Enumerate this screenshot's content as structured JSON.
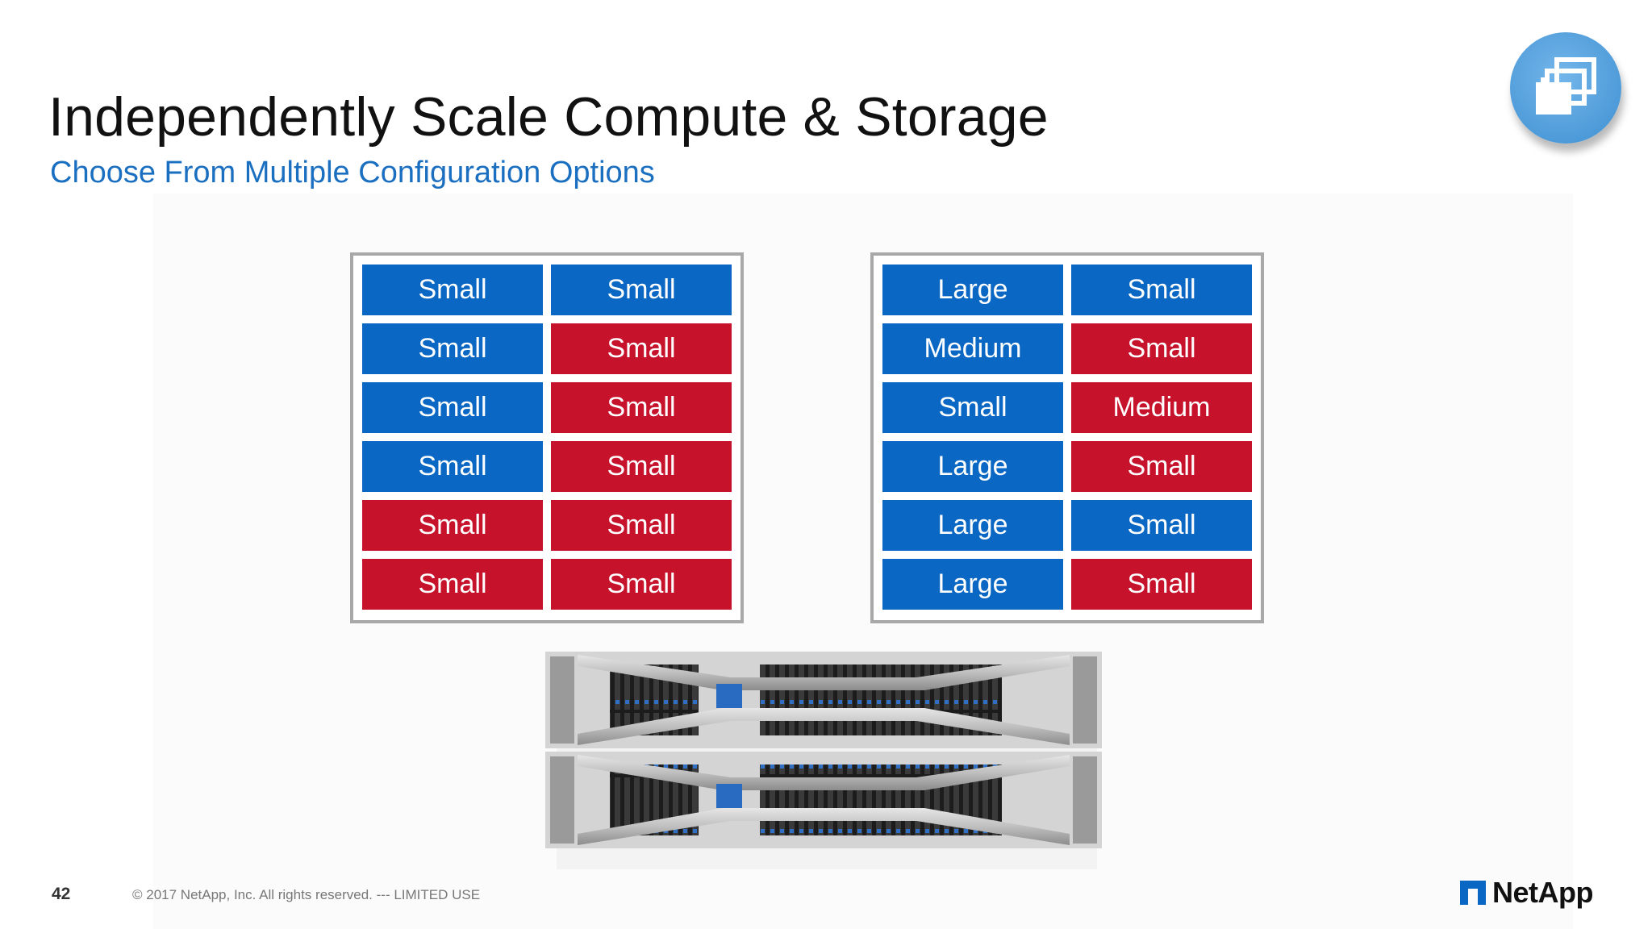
{
  "slide": {
    "title": "Independently Scale Compute & Storage",
    "subtitle": "Choose From Multiple Configuration Options",
    "page_number": "42",
    "copyright": "© 2017 NetApp, Inc. All rights reserved.  ---  LIMITED USE",
    "brand": "NetApp",
    "badge_icon": "stacked-windows-icon"
  },
  "colors": {
    "compute_blue": "#0a67c4",
    "storage_red": "#c7122c",
    "subtitle_blue": "#1a6fc1"
  },
  "configs": [
    {
      "cells": [
        {
          "label": "Small",
          "color": "blue"
        },
        {
          "label": "Small",
          "color": "blue"
        },
        {
          "label": "Small",
          "color": "blue"
        },
        {
          "label": "Small",
          "color": "red"
        },
        {
          "label": "Small",
          "color": "blue"
        },
        {
          "label": "Small",
          "color": "red"
        },
        {
          "label": "Small",
          "color": "blue"
        },
        {
          "label": "Small",
          "color": "red"
        },
        {
          "label": "Small",
          "color": "red"
        },
        {
          "label": "Small",
          "color": "red"
        },
        {
          "label": "Small",
          "color": "red"
        },
        {
          "label": "Small",
          "color": "red"
        }
      ]
    },
    {
      "cells": [
        {
          "label": "Large",
          "color": "blue"
        },
        {
          "label": "Small",
          "color": "blue"
        },
        {
          "label": "Medium",
          "color": "blue"
        },
        {
          "label": "Small",
          "color": "red"
        },
        {
          "label": "Small",
          "color": "blue"
        },
        {
          "label": "Medium",
          "color": "red"
        },
        {
          "label": "Large",
          "color": "blue"
        },
        {
          "label": "Small",
          "color": "red"
        },
        {
          "label": "Large",
          "color": "blue"
        },
        {
          "label": "Small",
          "color": "blue"
        },
        {
          "label": "Large",
          "color": "blue"
        },
        {
          "label": "Small",
          "color": "red"
        }
      ]
    }
  ]
}
